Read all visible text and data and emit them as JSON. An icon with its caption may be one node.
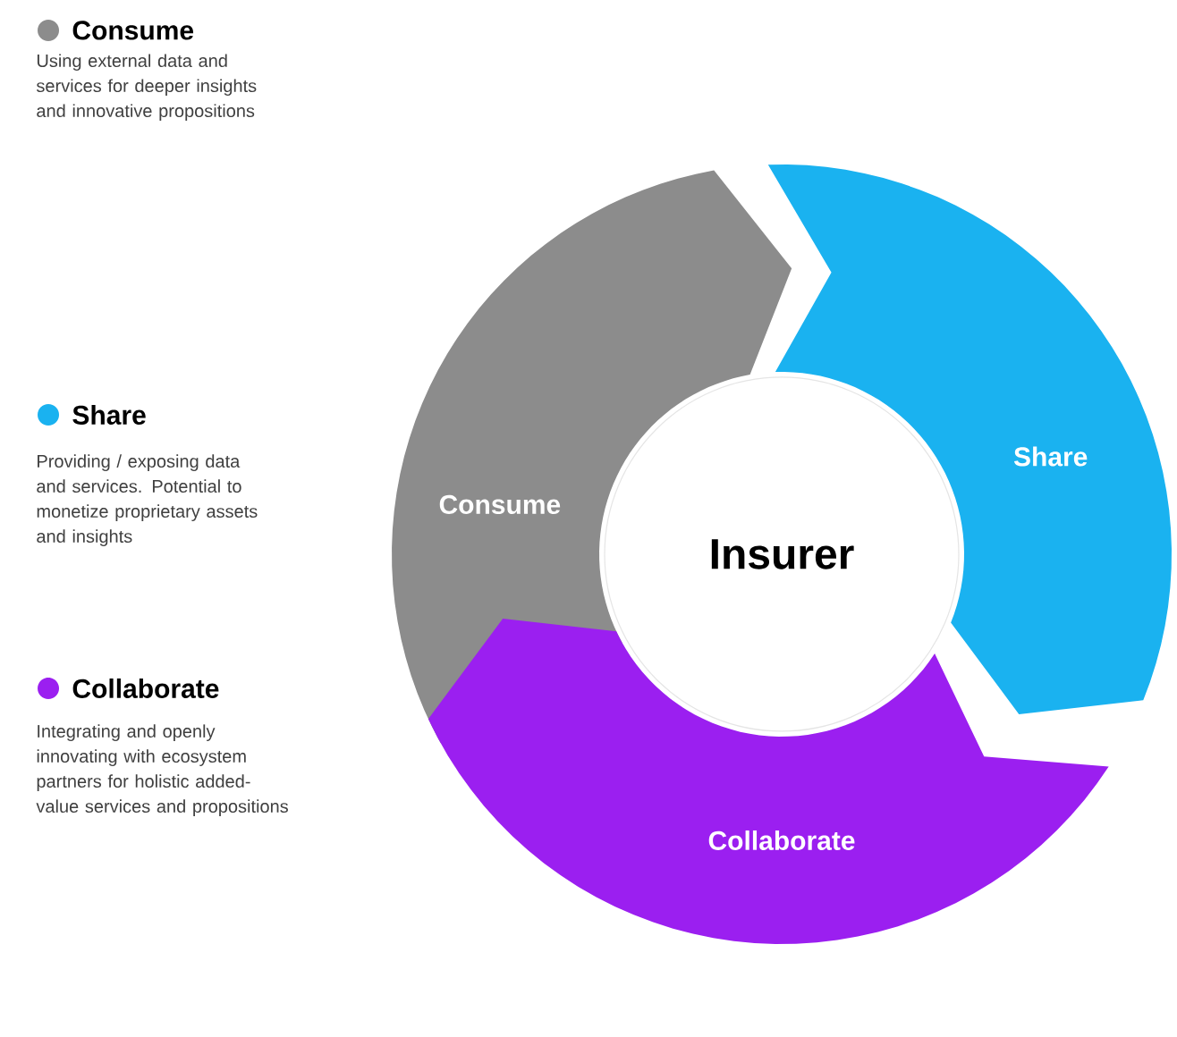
{
  "diagram": {
    "nodes": [
      {
        "text": [
          "Consume"
        ]
      },
      {
        "text": [
          "Share"
        ]
      },
      {
        "text": [
          "Collaborate"
        ]
      },
      {
        "text": [
          "Insurer"
        ]
      }
    ],
    "legend": [
      {
        "text": "Consume",
        "color": "#8c8c8c"
      },
      {
        "text": "Share",
        "color": "#1ab2f0"
      },
      {
        "text": "Collaborate",
        "color": "#9b1ff0"
      }
    ],
    "labels": [
      "Using external data and services for deeper insights and innovative propositions",
      "Providing / exposing data and services. Potential to monetize proprietary assets and insights",
      "Integrating and openly innovating with ecosystem partners for holistic added-value services and propositions"
    ]
  }
}
